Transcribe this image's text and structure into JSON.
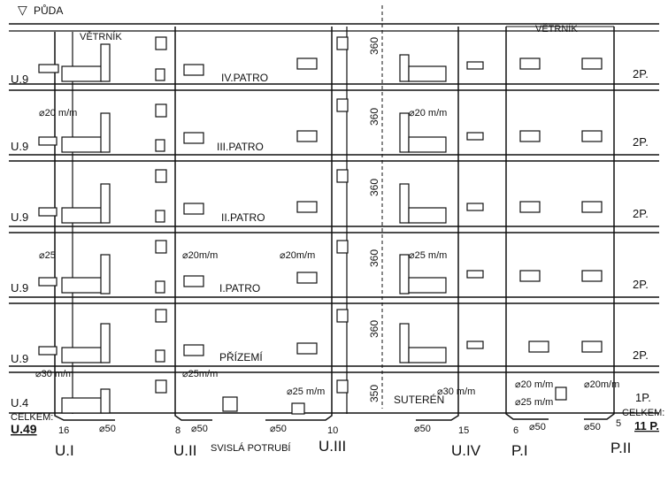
{
  "levels": [
    {
      "floor": "PŮDA"
    },
    {
      "floor": "IV.PATRO",
      "left": "U.9",
      "right": "2P."
    },
    {
      "floor": "III.PATRO",
      "left": "U.9",
      "right": "2P."
    },
    {
      "floor": "II.PATRO",
      "left": "U.9",
      "right": "2P."
    },
    {
      "floor": "I.PATRO",
      "left": "U.9",
      "right": "2P."
    },
    {
      "floor": "PŘÍZEMÍ",
      "left": "U.9",
      "right": "2P."
    },
    {
      "floor": "SUTERÉN",
      "left": "U.4",
      "right": "1P."
    }
  ],
  "ventilators": [
    "VĚTRNÍK",
    "VĚTRNÍK"
  ],
  "heights": [
    "360",
    "360",
    "360",
    "360",
    "360",
    "350"
  ],
  "diameters": [
    "⌀20 m/m",
    "⌀20 m/m",
    "⌀25",
    "⌀20m/m",
    "⌀20m/m",
    "⌀25 m/m",
    "⌀30 m/m",
    "⌀25m/m",
    "⌀25 m/m",
    "⌀30 m/m",
    "⌀20 m/m",
    "⌀20m/m",
    "⌀25 m/m"
  ],
  "pipe_bottom": [
    "⌀50",
    "⌀50",
    "⌀50",
    "⌀50",
    "⌀50",
    "⌀50"
  ],
  "stacks": [
    {
      "number": "16",
      "name": "U.I"
    },
    {
      "number": "8",
      "name": "U.II"
    },
    {
      "number": "10",
      "name": "U.III"
    },
    {
      "number": "15",
      "name": "U.IV"
    },
    {
      "number": "6",
      "name": "P.I"
    },
    {
      "number": "5",
      "name": "P.II"
    }
  ],
  "totals": {
    "label_left": "CELKEM:",
    "value_left": "U.49",
    "label_right": "CELKEM:",
    "value_right": "11 P."
  },
  "caption": "SVISLÁ POTRUBÍ"
}
